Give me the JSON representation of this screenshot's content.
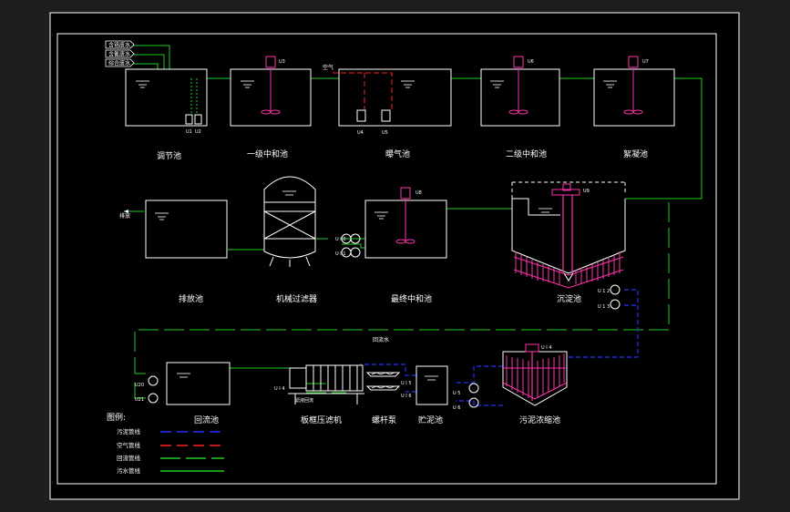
{
  "source_labels": [
    "含铬废水",
    "含氰废水",
    "综合废水"
  ],
  "units": {
    "u1": "调节池",
    "u2": "一级中和池",
    "u3": "曝气池",
    "u4": "二级中和池",
    "u5": "絮凝池",
    "u6": "排放池",
    "u7": "机械过滤器",
    "u8": "最终中和池",
    "u9": "沉淀池",
    "u10": "回流池",
    "u11": "板框压滤机",
    "u12": "螺杆泵",
    "u13": "贮泥池",
    "u14": "污泥浓缩池"
  },
  "tags": {
    "M1": "U1",
    "M2": "U2",
    "M3": "U3",
    "M4": "U4",
    "M5": "U5",
    "M6": "U6",
    "M7": "U7",
    "M8": "U8",
    "M9": "U9",
    "P1": "U I 0",
    "P2": "U I 1",
    "P3": "U 1 2",
    "P4": "U 1 3",
    "P5": "U I 4",
    "P6": "U I 5",
    "P7": "U I 6",
    "P8": "U 5",
    "P9": "U 6",
    "P10": "U20",
    "P11": "U21"
  },
  "misc": {
    "air": "空气",
    "discharge": "排放",
    "filtrate": "滤液回流",
    "backflow": "回流水"
  },
  "legend": {
    "title": "图例:",
    "items": [
      "污泥管线",
      "空气管线",
      "回流管线",
      "污水管线"
    ]
  },
  "colors": {
    "water": "#22cc22",
    "sludge": "#2233ff",
    "air": "#ff2222",
    "equipment": "#ff33aa",
    "outline": "#ffffff"
  }
}
